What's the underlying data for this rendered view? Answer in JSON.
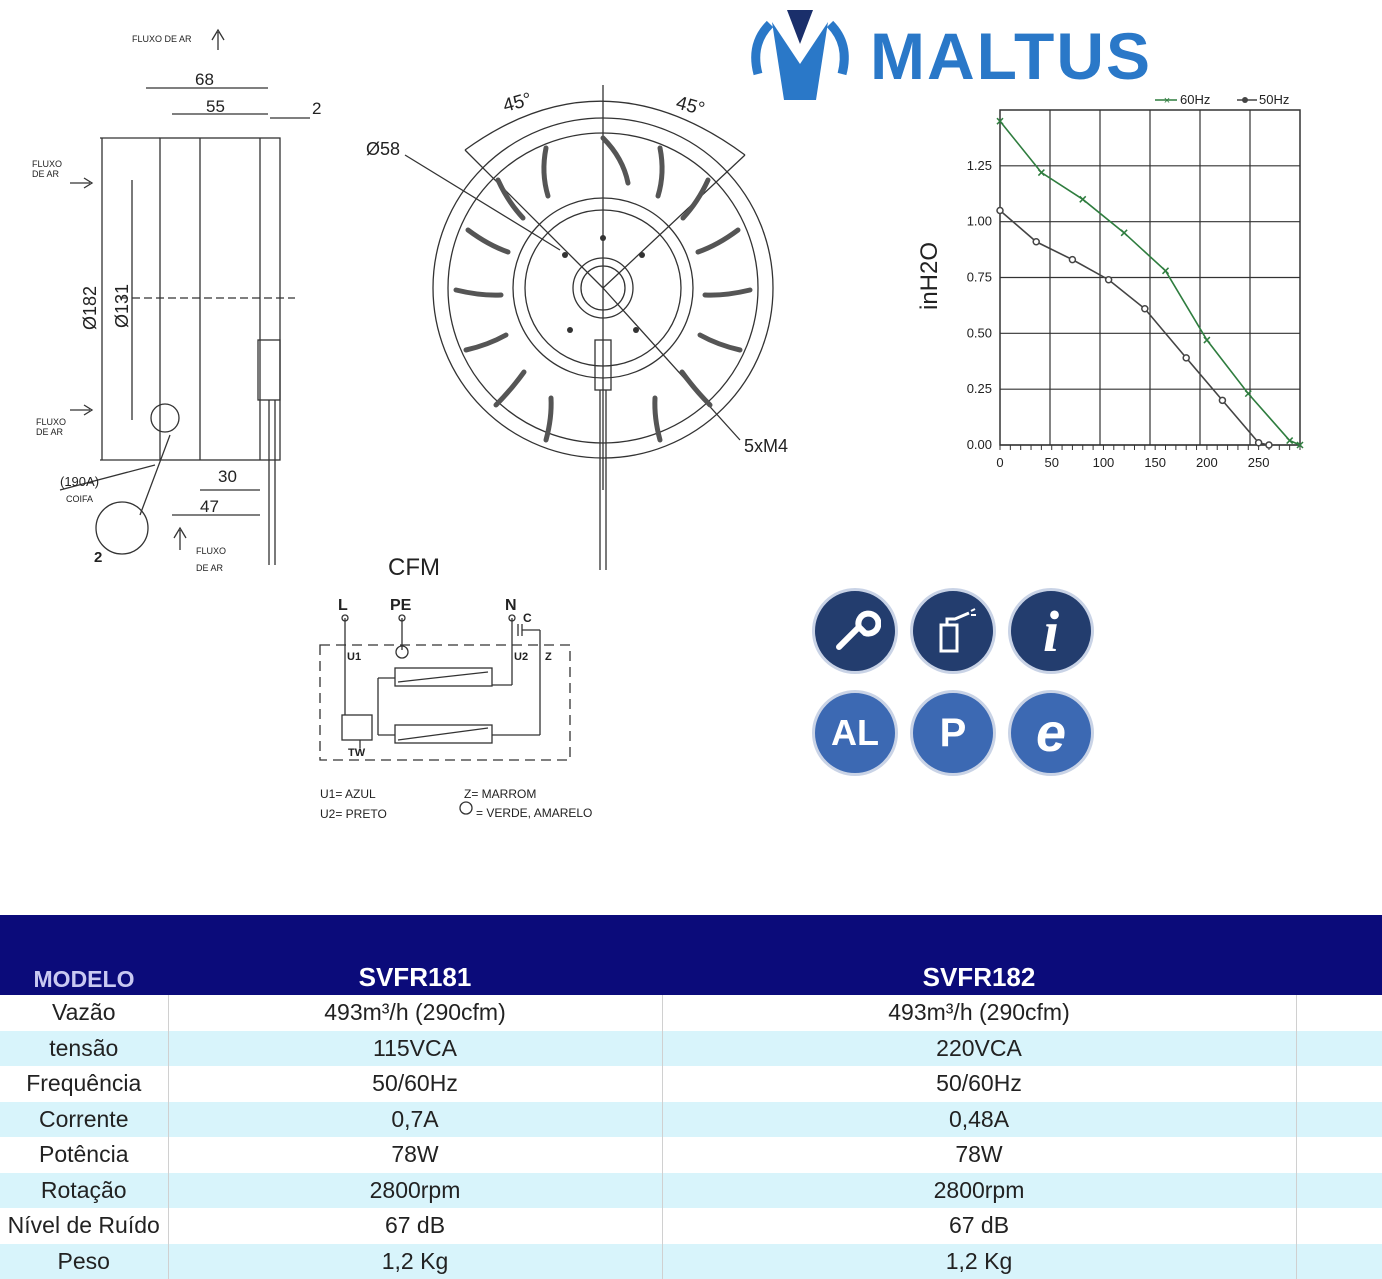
{
  "brand": {
    "name": "MALTUS"
  },
  "drawing": {
    "airflow_label": "FLUXO DE AR",
    "airflow_top": "FLUXO DE AR",
    "airflow_line1": "FLUXO",
    "airflow_line2": "DE AR",
    "dim_68": "68",
    "dim_55": "55",
    "dim_2": "2",
    "dim_182": "Ø182",
    "dim_131": "Ø131",
    "dim_30": "30",
    "dim_47": "47",
    "dim_190a": "(190A)",
    "coifa": "COIFA",
    "dim_2b": "2",
    "angle_45": "45°",
    "dim_58": "Ø58",
    "holes": "5xM4"
  },
  "chart_data": {
    "type": "line",
    "title": "",
    "xlabel": "CFM",
    "ylabel": "inH2O",
    "xlim": [
      0,
      290
    ],
    "ylim": [
      0,
      1.5
    ],
    "xticks": [
      0,
      50,
      100,
      150,
      200,
      250
    ],
    "yticks": [
      "0.00",
      "0.25",
      "0.50",
      "0.75",
      "1.00",
      "1.25"
    ],
    "grid": true,
    "legend": "top-right",
    "series": [
      {
        "name": "60Hz",
        "color": "#2f7d3f",
        "marker": "x",
        "x": [
          0,
          40,
          80,
          120,
          160,
          200,
          240,
          280,
          290
        ],
        "y": [
          1.45,
          1.22,
          1.1,
          0.95,
          0.78,
          0.47,
          0.23,
          0.02,
          0.0
        ]
      },
      {
        "name": "50Hz",
        "color": "#444444",
        "marker": "o",
        "x": [
          0,
          35,
          70,
          105,
          140,
          180,
          215,
          250,
          260
        ],
        "y": [
          1.05,
          0.91,
          0.83,
          0.74,
          0.61,
          0.39,
          0.2,
          0.01,
          0.0
        ]
      }
    ]
  },
  "wiring": {
    "L": "L",
    "PE": "PE",
    "N": "N",
    "C": "C",
    "U1": "U1",
    "U2": "U2",
    "Z": "Z",
    "TW": "TW",
    "legend": [
      "U1= AZUL",
      "U2= PRETO",
      "Z= MARROM",
      "= VERDE, AMARELO"
    ]
  },
  "icons": [
    {
      "name": "wrench-icon",
      "text": ""
    },
    {
      "name": "oil-can-icon",
      "text": ""
    },
    {
      "name": "info-icon",
      "text": "i"
    },
    {
      "name": "al-icon",
      "text": "AL"
    },
    {
      "name": "p-icon",
      "text": "P"
    },
    {
      "name": "e-icon",
      "text": "e"
    }
  ],
  "table": {
    "header": [
      "MODELO",
      "SVFR181",
      "SVFR182"
    ],
    "rows": [
      [
        "Vazão",
        "493m³/h (290cfm)",
        "493m³/h (290cfm)"
      ],
      [
        "tensão",
        "115VCA",
        "220VCA"
      ],
      [
        "Frequência",
        "50/60Hz",
        "50/60Hz"
      ],
      [
        "Corrente",
        "0,7A",
        "0,48A"
      ],
      [
        "Potência",
        "78W",
        "78W"
      ],
      [
        "Rotação",
        "2800rpm",
        "2800rpm"
      ],
      [
        "Nível de Ruído",
        "67 dB",
        "67 dB"
      ],
      [
        "Peso",
        "1,2 Kg",
        "1,2 Kg"
      ]
    ]
  }
}
